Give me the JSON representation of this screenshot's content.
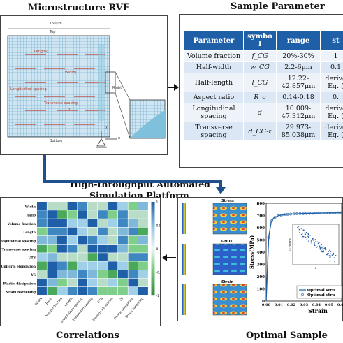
{
  "titles": {
    "microstructure": "Microstructure RVE",
    "sample_parameter": "Sample Parameter",
    "platform_line1": "High-throughput Automated",
    "platform_line2": "Simulation Platform",
    "correlations": "Correlations",
    "optimal_sample": "Optimal Sample"
  },
  "rve": {
    "width_label": "150μm",
    "top": "Top",
    "bottom": "Bottom",
    "right": "Right",
    "length": "Length(",
    "width": "Width(",
    "longitudinal_spacing": "Longitudinal spacing",
    "transverse_spacing": "Transverse spacing",
    "d": "d",
    "axis_x": "x",
    "axis_y": "y"
  },
  "param_table": {
    "headers": [
      "Parameter",
      "symbo l",
      "range",
      "st"
    ],
    "rows": [
      [
        "Volume fraction",
        "f_CG",
        "20%-30%",
        "1"
      ],
      [
        "Half-width",
        "w_CG",
        "2.2-6μm",
        "0.1"
      ],
      [
        "Half-length",
        "l_CG",
        "12.22-42.857μm",
        "derive Eq. ("
      ],
      [
        "Aspect ratio",
        "R_c",
        "0.14-0.18",
        "0."
      ],
      [
        "Longitudinal spacing",
        "d",
        "10.009-47.312μm",
        "derive Eq. ("
      ],
      [
        "Transverse spacing",
        "d_CG-t",
        "29.973-85.038μm",
        "derive Eq. ("
      ]
    ]
  },
  "heatmap": {
    "rows": [
      "Width",
      "Ratio",
      "Volume fraction",
      "Length",
      "Longitudinal spacing",
      "Transverse spacing",
      "UTS",
      "Uniform elongation",
      "YS",
      "Plastic dissipation",
      "Strain hardening"
    ],
    "scale": [
      "1",
      "0.5",
      "0",
      "-0.5",
      "-1"
    ]
  },
  "contours": {
    "labels": [
      "Stress",
      "GNDs",
      "Strain"
    ]
  },
  "stress_strain": {
    "type": "line",
    "ylabel": "Stress(MPa)",
    "xlabel": "Strain",
    "x_ticks": [
      "0.00",
      "0.01",
      "0.02",
      "0.03",
      "0.04",
      "0.05",
      "0.06"
    ],
    "y_ticks": [
      "0",
      "100",
      "200",
      "300",
      "400",
      "500",
      "600",
      "700",
      "800"
    ],
    "ylim": [
      0,
      800
    ],
    "xlim": [
      0,
      0.06
    ],
    "legend": [
      "Optimal stru",
      "Optimal stru"
    ],
    "inset_xlabel": "ε",
    "inset_ylabel": "ETF(MPa)",
    "series": [
      {
        "x": [
          0.0,
          0.002,
          0.004,
          0.006,
          0.01,
          0.015,
          0.02,
          0.03,
          0.04,
          0.05,
          0.06
        ],
        "values": [
          0,
          520,
          650,
          680,
          700,
          708,
          712,
          716,
          719,
          721,
          722
        ]
      }
    ]
  },
  "colors": {
    "arrow": "#1f4f8f",
    "table_header": "#1f5fa8",
    "curve": "#1f5fa8"
  }
}
